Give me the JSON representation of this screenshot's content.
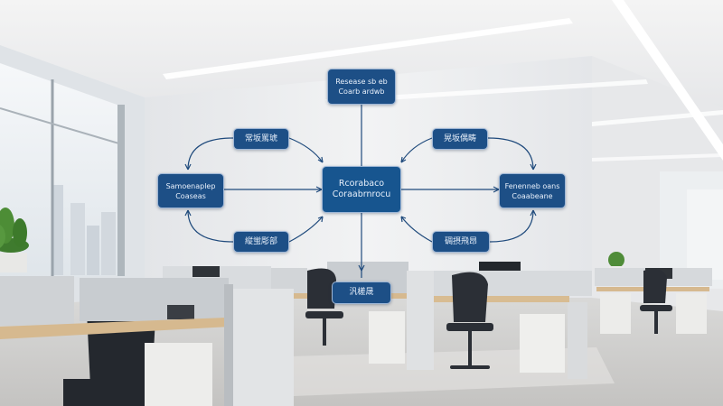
{
  "scene": {
    "colors": {
      "node_fill": "#1d4f86",
      "node_border": "#9fb7d6",
      "connector": "#1f4a7c",
      "wall": "#f1f2f4",
      "desk_wood": "#d6b98f",
      "chair": "#2b2f36"
    }
  },
  "diagram": {
    "nodes": {
      "top": {
        "line1": "Resease sb eb",
        "line2": "Coarb ardwb"
      },
      "upper_left": {
        "line1": "常坂罵琥"
      },
      "upper_right": {
        "line1": "晃坂偶畴"
      },
      "left": {
        "line1": "Samoenaplep",
        "line2": "Coaseas"
      },
      "center": {
        "line1": "Rcorabaco",
        "line2": "Coraabrnrocu"
      },
      "right": {
        "line1": "Fenenneb oans",
        "line2": "Coaabeane"
      },
      "lower_left": {
        "line1": "縦蛍彫部"
      },
      "lower_right": {
        "line1": "碉摂飛昂"
      },
      "bottom": {
        "line1": "汎槎晟"
      }
    }
  }
}
